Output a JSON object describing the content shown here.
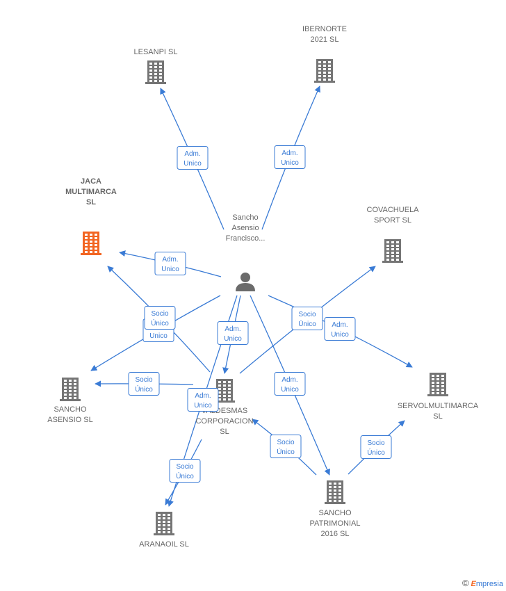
{
  "colors": {
    "edge": "#3a7bd5",
    "building": "#757575",
    "building_highlight": "#f26522",
    "person": "#6b6b6b",
    "label": "#666666"
  },
  "person": {
    "id": "person",
    "lines": [
      "Sancho",
      "Asensio",
      "Francisco..."
    ]
  },
  "companies": [
    {
      "id": "lesanpi",
      "lines": [
        "LESANPI  SL"
      ],
      "highlight": false
    },
    {
      "id": "ibernorte",
      "lines": [
        "IBERNORTE",
        "2021  SL"
      ],
      "highlight": false
    },
    {
      "id": "jaca",
      "lines": [
        "JACA",
        "MULTIMARCA",
        "SL"
      ],
      "highlight": true
    },
    {
      "id": "covachuela",
      "lines": [
        "COVACHUELA",
        "SPORT  SL"
      ],
      "highlight": false
    },
    {
      "id": "sancho_asensio",
      "lines": [
        "SANCHO",
        "ASENSIO  SL"
      ],
      "highlight": false
    },
    {
      "id": "valdesmas",
      "lines": [
        "VALDESMAS",
        "CORPORACION",
        "SL"
      ],
      "highlight": false
    },
    {
      "id": "servol",
      "lines": [
        "SERVOLMULTIMARCA",
        "SL"
      ],
      "highlight": false
    },
    {
      "id": "aranaoil",
      "lines": [
        "ARANAOIL SL"
      ],
      "highlight": false
    },
    {
      "id": "sancho_patrimonial",
      "lines": [
        "SANCHO",
        "PATRIMONIAL",
        "2016  SL"
      ],
      "highlight": false
    }
  ],
  "edges": [
    {
      "from": "person",
      "to": "lesanpi",
      "label": [
        "Adm.",
        "Unico"
      ]
    },
    {
      "from": "person",
      "to": "ibernorte",
      "label": [
        "Adm.",
        "Unico"
      ]
    },
    {
      "from": "person",
      "to": "jaca",
      "label": [
        "Adm.",
        "Unico"
      ]
    },
    {
      "from": "person",
      "to": "sancho_asensio",
      "label": [
        "Adm.",
        "Unico"
      ]
    },
    {
      "from": "person",
      "to": "valdesmas",
      "label": [
        "Adm.",
        "Unico"
      ]
    },
    {
      "from": "person",
      "to": "servol",
      "label": [
        "Adm.",
        "Unico"
      ]
    },
    {
      "from": "person",
      "to": "sancho_patrimonial",
      "label": [
        "Adm.",
        "Unico"
      ]
    },
    {
      "from": "person",
      "to": "aranaoil",
      "label": [
        "Adm.",
        "Unico"
      ]
    },
    {
      "from": "valdesmas",
      "to": "jaca",
      "label": [
        "Socio",
        "Único"
      ]
    },
    {
      "from": "valdesmas",
      "to": "sancho_asensio",
      "label": [
        "Socio",
        "Único"
      ]
    },
    {
      "from": "valdesmas",
      "to": "covachuela",
      "label": [
        "Socio",
        "Único"
      ]
    },
    {
      "from": "valdesmas",
      "to": "aranaoil",
      "label": [
        "Socio",
        "Único"
      ]
    },
    {
      "from": "sancho_patrimonial",
      "to": "valdesmas",
      "label": [
        "Socio",
        "Único"
      ]
    },
    {
      "from": "sancho_patrimonial",
      "to": "servol",
      "label": [
        "Socio",
        "Único"
      ]
    }
  ],
  "footer": {
    "copyright": "©",
    "brand_initial": "E",
    "brand_rest": "mpresia"
  }
}
